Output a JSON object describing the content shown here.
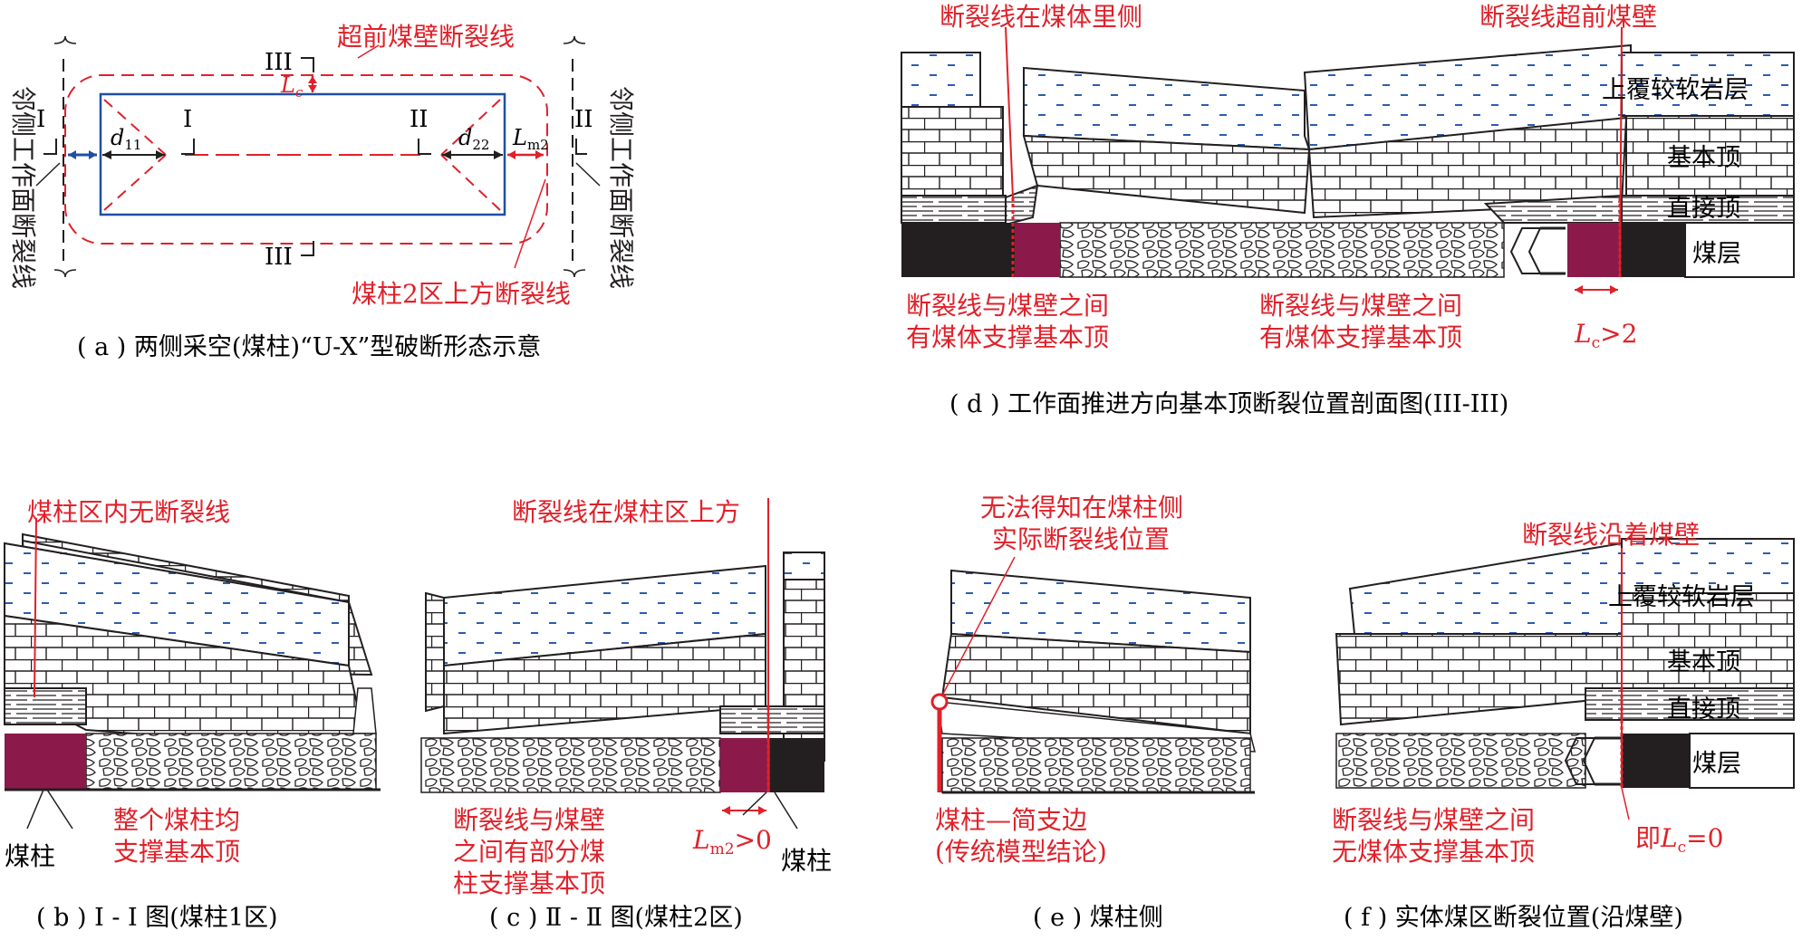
{
  "colors": {
    "red": "#e0212a",
    "blue": "#1f4fa3",
    "coal": "#231f20",
    "pillar": "#8b1a4a",
    "rock_dash": "#2a5db0"
  },
  "panel_a": {
    "caption": "( a ) 两侧采空(煤柱)“U-X”型破断形态示意",
    "advance_line": "超前煤壁断裂线",
    "pillar_line": "煤柱2区上方断裂线",
    "left_face_line": "邻侧工作面断裂线",
    "right_face_line": "邻侧工作面断裂线",
    "sec1_left": "I",
    "sec1_right": "I",
    "sec2_left": "II",
    "sec2_right": "II",
    "sec3_top": "III",
    "sec3_bottom": "III",
    "lc_label": "L",
    "lc_sub": "c",
    "d11_label": "d",
    "d11_sub": "11",
    "d22_label": "d",
    "d22_sub": "22",
    "lm2_label": "L",
    "lm2_sub": "m2"
  },
  "panel_b": {
    "caption": "( b ) Ⅰ - Ⅰ 图(煤柱1区)",
    "top_note": "煤柱区内无断裂线",
    "pillar_label": "煤柱",
    "note_line1": "整个煤柱均",
    "note_line2": "支撑基本顶"
  },
  "panel_c": {
    "caption": "( c ) Ⅱ - Ⅱ 图(煤柱2区)",
    "top_note": "断裂线在煤柱区上方",
    "note_line1": "断裂线与煤壁",
    "note_line2": "之间有部分煤",
    "note_line3": "柱支撑基本顶",
    "lm2_text": "L",
    "lm2_sub": "m2",
    "lm2_rel": ">0",
    "pillar_label": "煤柱"
  },
  "panel_d": {
    "caption": "( d ) 工作面推进方向基本顶断裂位置剖面图(III-III)",
    "left_top_note": "断裂线在煤体里侧",
    "right_top_note": "断裂线超前煤壁",
    "layer_soft": "上覆较软岩层",
    "layer_main": "基本顶",
    "layer_immediate": "直接顶",
    "layer_coal": "煤层",
    "left_note_line1": "断裂线与煤壁之间",
    "left_note_line2": "有煤体支撑基本顶",
    "mid_note_line1": "断裂线与煤壁之间",
    "mid_note_line2": "有煤体支撑基本顶",
    "lc_text": "L",
    "lc_sub": "c",
    "lc_rel": ">2"
  },
  "panel_e": {
    "caption": "( e ) 煤柱侧",
    "top_note_line1": "无法得知在煤柱侧",
    "top_note_line2": "实际断裂线位置",
    "bottom_note_line1": "煤柱—简支边",
    "bottom_note_line2": "(传统模型结论)"
  },
  "panel_f": {
    "caption": "( f ) 实体煤区断裂位置(沿煤壁)",
    "top_note": "断裂线沿着煤壁",
    "layer_soft": "上覆较软岩层",
    "layer_main": "基本顶",
    "layer_immediate": "直接顶",
    "layer_coal": "煤层",
    "bottom_note_line1": "断裂线与煤壁之间",
    "bottom_note_line2": "无煤体支撑基本顶",
    "lc_prefix": "即",
    "lc_text": "L",
    "lc_sub": "c",
    "lc_rel": "=0"
  }
}
